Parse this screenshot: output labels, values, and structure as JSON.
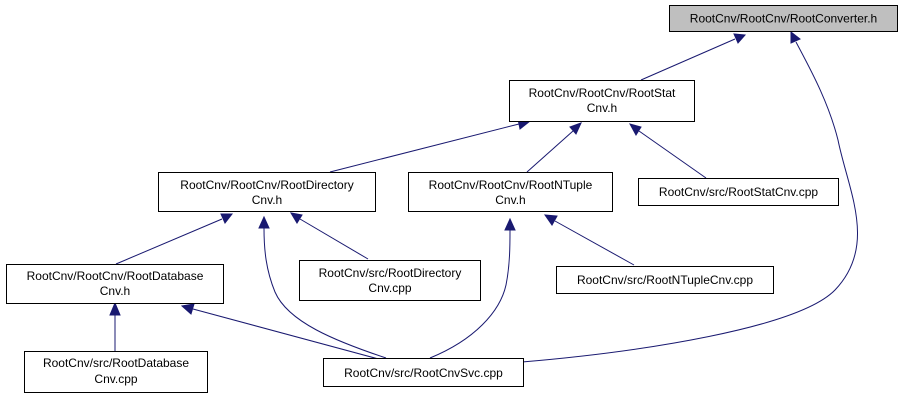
{
  "graph": {
    "colors": {
      "root_fill": "#bfbfbf",
      "node_fill": "#ffffff",
      "border": "#000000",
      "edge": "#191970"
    },
    "nodes": {
      "root_converter": {
        "lines": [
          "RootCnv/RootCnv/RootConverter.h"
        ]
      },
      "root_stat": {
        "lines": [
          "RootCnv/RootCnv/RootStat",
          "Cnv.h"
        ]
      },
      "root_directory": {
        "lines": [
          "RootCnv/RootCnv/RootDirectory",
          "Cnv.h"
        ]
      },
      "root_ntuple": {
        "lines": [
          "RootCnv/RootCnv/RootNTuple",
          "Cnv.h"
        ]
      },
      "root_stat_cpp": {
        "lines": [
          "RootCnv/src/RootStatCnv.cpp"
        ]
      },
      "root_database": {
        "lines": [
          "RootCnv/RootCnv/RootDatabase",
          "Cnv.h"
        ]
      },
      "root_directory_cpp": {
        "lines": [
          "RootCnv/src/RootDirectory",
          "Cnv.cpp"
        ]
      },
      "root_ntuple_cpp": {
        "lines": [
          "RootCnv/src/RootNTupleCnv.cpp"
        ]
      },
      "root_database_cpp": {
        "lines": [
          "RootCnv/src/RootDatabase",
          "Cnv.cpp"
        ]
      },
      "root_cnv_svc_cpp": {
        "lines": [
          "RootCnv/src/RootCnvSvc.cpp"
        ]
      }
    }
  }
}
